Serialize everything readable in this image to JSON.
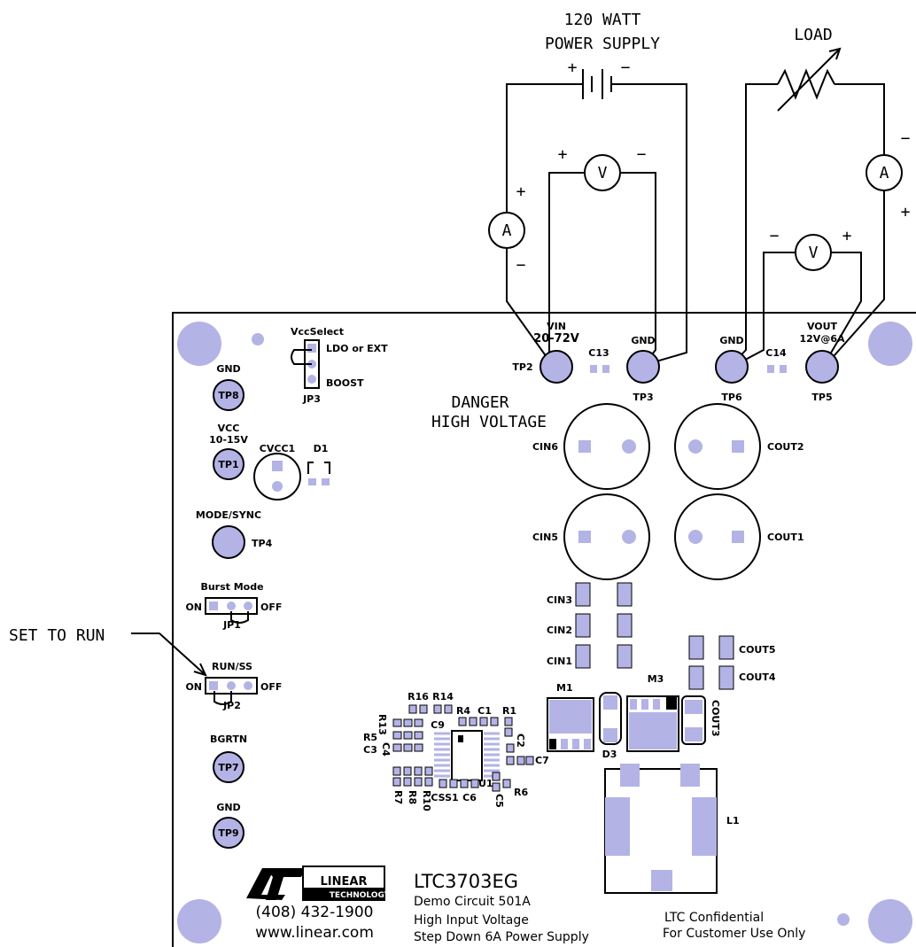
{
  "supply": {
    "line1": "120 WATT",
    "line2": "POWER SUPPLY",
    "plus": "+",
    "minus": "−"
  },
  "load": {
    "label": "LOAD"
  },
  "meters": {
    "ammeter": "A",
    "voltmeter": "V",
    "plus": "+",
    "minus": "−"
  },
  "board": {
    "vccselect": "VccSelect",
    "ldo": "LDO or EXT",
    "boost": "BOOST",
    "jp3": "JP3",
    "gnd_top": "GND",
    "tp8": "TP8",
    "vcc1": "VCC",
    "vcc2": "10-15V",
    "tp1": "TP1",
    "cvcc1": "CVCC1",
    "d1": "D1",
    "mode": "MODE/SYNC",
    "tp4": "TP4",
    "burst": "Burst Mode",
    "on1": "ON",
    "off1": "OFF",
    "jp1": "JP1",
    "runss": "RUN/SS",
    "on2": "ON",
    "off2": "OFF",
    "jp2": "JP2",
    "bgrtn": "BGRTN",
    "tp7": "TP7",
    "gnd_bot": "GND",
    "tp9": "TP9",
    "vin1": "VIN",
    "vin2": "20-72V",
    "tp2": "TP2",
    "c13": "C13",
    "gnd_tp3": "GND",
    "tp3": "TP3",
    "gnd_tp6": "GND",
    "tp6": "TP6",
    "c14": "C14",
    "vout1": "VOUT",
    "vout2": "12V@6A",
    "tp5": "TP5",
    "danger1": "DANGER",
    "danger2": "HIGH VOLTAGE",
    "cin6": "CIN6",
    "cin5": "CIN5",
    "cout2": "COUT2",
    "cout1": "COUT1",
    "cin3": "CIN3",
    "cin2": "CIN2",
    "cin1": "CIN1",
    "cout5": "COUT5",
    "cout4": "COUT4",
    "m1": "M1",
    "m3": "M3",
    "cout3": "COUT3",
    "d3": "D3",
    "l1": "L1",
    "r16": "R16",
    "r14": "R14",
    "r4": "R4",
    "c1": "C1",
    "r1": "R1",
    "r13": "R13",
    "c9": "C9",
    "r5": "R5",
    "c4": "C4",
    "c3": "C3",
    "c2": "C2",
    "c7": "C7",
    "r6": "R6",
    "u1": "U1",
    "r7": "R7",
    "r8": "R8",
    "r10": "R10",
    "css1": "CSS1",
    "c6": "C6",
    "c5": "C5"
  },
  "callout": {
    "set_to_run": "SET TO RUN"
  },
  "footer": {
    "logo_text": "LINEAR",
    "logo_sub": "TECHNOLOGY",
    "phone": "(408) 432-1900",
    "url": "www.linear.com",
    "part": "LTC3703EG",
    "demo": "Demo Circuit 501A",
    "desc1": "High Input Voltage",
    "desc2": "Step Down 6A Power Supply",
    "conf1": "LTC Confidential",
    "conf2": "For Customer Use Only"
  }
}
